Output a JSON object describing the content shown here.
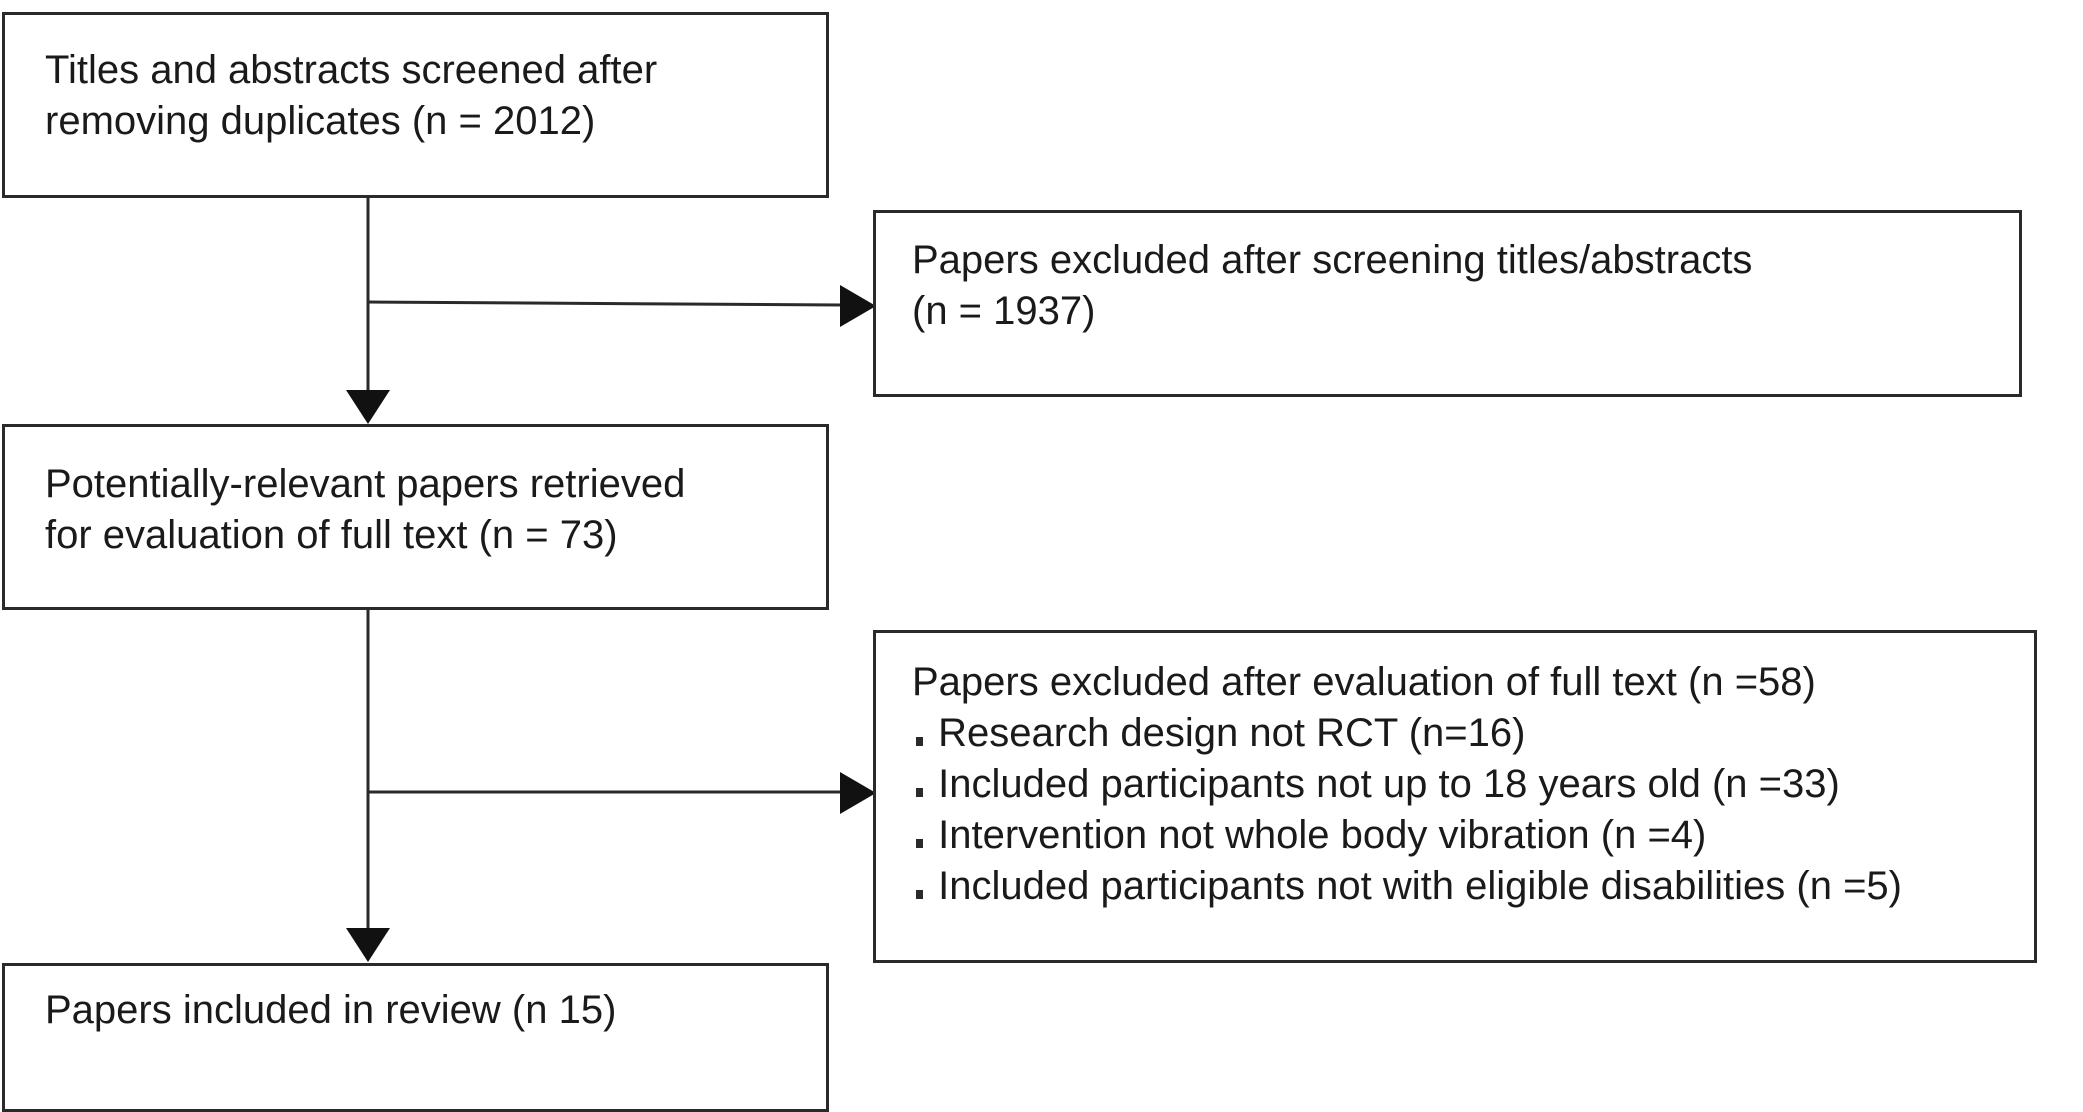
{
  "boxes": {
    "titles_screened": {
      "lines": [
        "Titles and abstracts screened after",
        "removing duplicates (n = 2012)"
      ]
    },
    "excluded_screening": {
      "lines": [
        "Papers excluded after screening titles/abstracts",
        "(n = 1937)"
      ]
    },
    "potentially_relevant": {
      "lines": [
        "Potentially-relevant papers retrieved",
        "for evaluation of full text (n = 73)"
      ]
    },
    "excluded_fulltext": {
      "heading": "Papers excluded after evaluation of full text (n =58)",
      "reasons": [
        "Research design not RCT (n=16)",
        "Included participants not up to 18 years old (n =33)",
        "Intervention not whole body vibration (n =4)",
        "Included participants not with eligible disabilities (n =5)"
      ]
    },
    "included": {
      "lines": [
        "Papers included in review (n 15)"
      ]
    }
  },
  "colors": {
    "stroke": "#2a2a2a",
    "text": "#1a1a1a",
    "background": "#ffffff"
  }
}
